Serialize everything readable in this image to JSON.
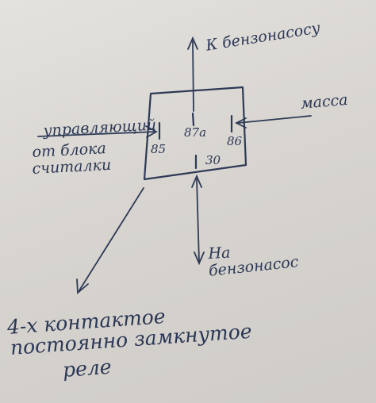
{
  "labels": {
    "to_fuel_pump": "К бензонасосу",
    "ground": "масса",
    "control": "управляющий",
    "from_unit_1": "от блока",
    "from_unit_2": "считалки",
    "to_pump_1": "На",
    "to_pump_2": "бензонасос",
    "relay_1": "4-х контактое",
    "relay_2": "постоянно замкнутое",
    "relay_3": "реле"
  },
  "pins": {
    "p85": "85",
    "p87a": "87а",
    "p86": "86",
    "p30": "30"
  },
  "colors": {
    "ink": "#2e3a56",
    "paper": "#dcd9d4"
  }
}
